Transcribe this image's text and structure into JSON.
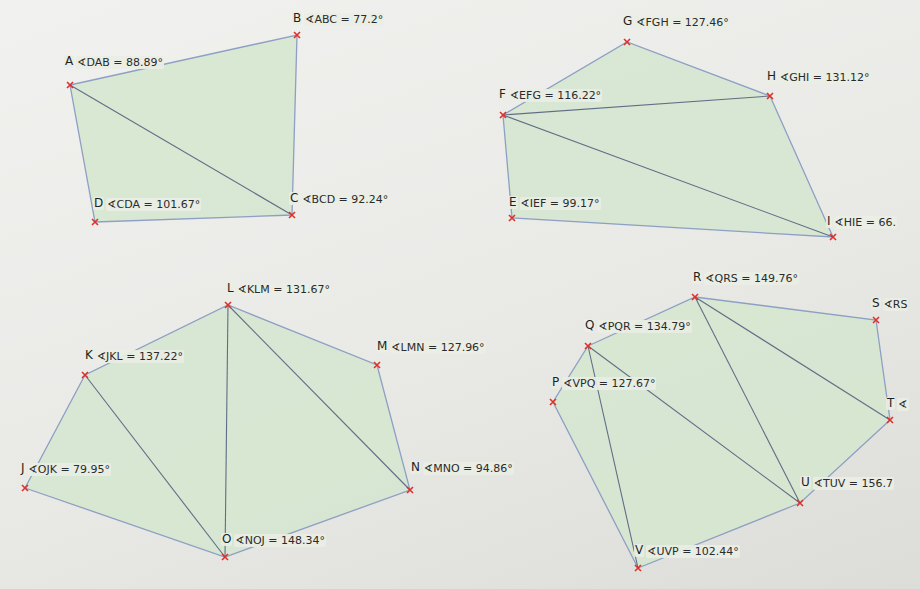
{
  "diagram": {
    "labels": [
      "A",
      "∢DAB = 88.89°",
      "B",
      "∢ABC = 77.2°",
      "D",
      "∢CDA = 101.67°",
      "C",
      "∢BCD = 92.24°",
      "G",
      "∢FGH = 127.46°",
      "F",
      "∢EFG = 116.22°",
      "H",
      "∢GHI = 131.12°",
      "E",
      "∢IEF = 99.17°",
      "I",
      "∢HIE = 66.",
      "L",
      "∢KLM = 131.67°",
      "K",
      "∢JKL = 137.22°",
      "M",
      "∢LMN = 127.96°",
      "J",
      "∢OJK = 79.95°",
      "N",
      "∢MNO = 94.86°",
      "O",
      "∢NOJ = 148.34°",
      "R",
      "∢QRS = 149.76°",
      "Q",
      "∢PQR = 134.79°",
      "S",
      "∢RS",
      "P",
      "∢VPQ = 127.67°",
      "T",
      "∢",
      "U",
      "∢TUV = 156.7",
      "V",
      "∢UVP = 102.44°"
    ]
  }
}
